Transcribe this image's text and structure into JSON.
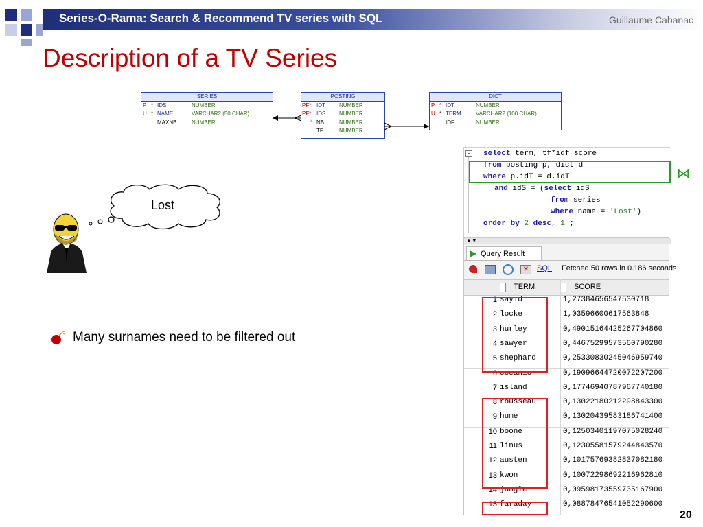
{
  "header": {
    "title": "Series-O-Rama: Search & Recommend TV series with SQL",
    "author": "Guillaume Cabanac"
  },
  "slide": {
    "title": "Description of a TV Series",
    "page_number": "20"
  },
  "thought": {
    "text": "Lost"
  },
  "bullet": {
    "text": "Many surnames need to be filtered out"
  },
  "er": {
    "series": {
      "name": "SERIES",
      "rows": [
        {
          "key": "P",
          "mark": "*",
          "col": "IDS",
          "type": "NUMBER"
        },
        {
          "key": "U",
          "mark": "*",
          "col": "NAME",
          "type": "VARCHAR2 (50 CHAR)"
        },
        {
          "key": "",
          "mark": "",
          "col": "MAXNB",
          "type": "NUMBER"
        }
      ]
    },
    "posting": {
      "name": "POSTING",
      "rows": [
        {
          "key": "PF*",
          "mark": "",
          "col": "IDT",
          "type": "NUMBER"
        },
        {
          "key": "PF*",
          "mark": "",
          "col": "IDS",
          "type": "NUMBER"
        },
        {
          "key": "",
          "mark": "*",
          "col": "NB",
          "type": "NUMBER"
        },
        {
          "key": "",
          "mark": "",
          "col": "TF",
          "type": "NUMBER"
        }
      ]
    },
    "dict": {
      "name": "DICT",
      "rows": [
        {
          "key": "P",
          "mark": "*",
          "col": "IDT",
          "type": "NUMBER"
        },
        {
          "key": "U",
          "mark": "*",
          "col": "TERM",
          "type": "VARCHAR2 (100 CHAR)"
        },
        {
          "key": "",
          "mark": "",
          "col": "IDF",
          "type": "NUMBER"
        }
      ]
    }
  },
  "sql": {
    "l1_kw": "select",
    "l1_rest": " term, tf*idf score",
    "l2_kw": "from",
    "l2_rest": " posting p, dict d",
    "l3_kw": "where",
    "l3_rest": " p.idT = d.idT",
    "l4_kw": "and",
    "l4_rest": " idS = (",
    "l4_kw2": "select",
    "l4_rest2": " idS",
    "l5_kw": "from",
    "l5_rest": " series",
    "l6_kw": "where",
    "l6_rest": " name = ",
    "l6_str": "'Lost'",
    "l6_end": ")",
    "l7_kw": "order by",
    "l7_n1": "2",
    "l7_kw2": "desc",
    "l7_sep": ",",
    "l7_n2": "1",
    "l7_end": " ;",
    "join_symbol": "⋈"
  },
  "result": {
    "tab_label": "Query Result",
    "sql_link": "SQL",
    "status": "Fetched 50 rows in 0.186 seconds",
    "columns": [
      "TERM",
      "SCORE"
    ],
    "rows": [
      {
        "n": "1",
        "term": "sayid",
        "score": "1,27384656547530718"
      },
      {
        "n": "2",
        "term": "locke",
        "score": "1,03596600617563848"
      },
      {
        "n": "3",
        "term": "hurley",
        "score": "0,49015164425267704860"
      },
      {
        "n": "4",
        "term": "sawyer",
        "score": "0,44675299573560790280"
      },
      {
        "n": "5",
        "term": "shephard",
        "score": "0,25330830245046959740"
      },
      {
        "n": "6",
        "term": "oceanic",
        "score": "0,19096644720072207200"
      },
      {
        "n": "7",
        "term": "island",
        "score": "0,17746940787967740180"
      },
      {
        "n": "8",
        "term": "rousseau",
        "score": "0,13022180212298843300"
      },
      {
        "n": "9",
        "term": "hume",
        "score": "0,13020439583186741400"
      },
      {
        "n": "10",
        "term": "boone",
        "score": "0,12503401197075028240"
      },
      {
        "n": "11",
        "term": "linus",
        "score": "0,12305581579244843570"
      },
      {
        "n": "12",
        "term": "austen",
        "score": "0,10175769382837082180"
      },
      {
        "n": "13",
        "term": "kwon",
        "score": "0,10072298692216962810"
      },
      {
        "n": "14",
        "term": "jungle",
        "score": "0,09598173559735167900"
      },
      {
        "n": "15",
        "term": "faraday",
        "score": "0,08878476541052290600"
      }
    ]
  },
  "colors": {
    "accent": "#c00000",
    "header": "#1f2e7a",
    "highlight": "#e02020",
    "sql_box": "#2a9a2a"
  }
}
